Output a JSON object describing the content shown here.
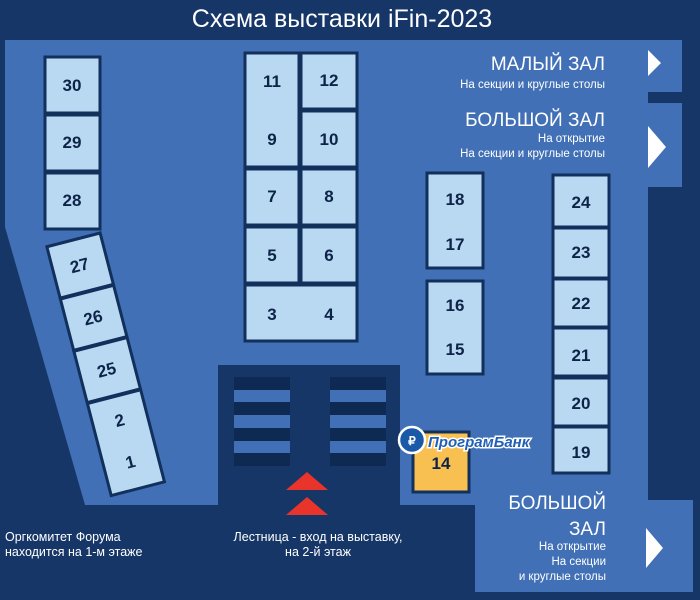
{
  "title": "Схема выставки iFin-2023",
  "halls": {
    "small_hall": {
      "title": "МАЛЫЙ ЗАЛ",
      "lines": [
        "На секции и круглые столы"
      ]
    },
    "big_hall_top": {
      "title": "БОЛЬШОЙ ЗАЛ",
      "lines": [
        "На открытие",
        "На секции и круглые столы"
      ]
    },
    "big_hall_bottom": {
      "title_lines": [
        "БОЛЬШОЙ",
        "ЗАЛ"
      ],
      "lines": [
        "На открытие",
        "На секции",
        "и круглые столы"
      ]
    }
  },
  "booths": {
    "b1": "1",
    "b2": "2",
    "b3": "3",
    "b4": "4",
    "b5": "5",
    "b6": "6",
    "b7": "7",
    "b8": "8",
    "b9": "9",
    "b10": "10",
    "b11": "11",
    "b12": "12",
    "b14": "14",
    "b15": "15",
    "b16": "16",
    "b17": "17",
    "b18": "18",
    "b19": "19",
    "b20": "20",
    "b21": "21",
    "b22": "22",
    "b23": "23",
    "b24": "24",
    "b25": "25",
    "b26": "26",
    "b27": "27",
    "b28": "28",
    "b29": "29",
    "b30": "30"
  },
  "sponsor": {
    "name": "ПрограмБанк",
    "booth": "14",
    "highlight_color": "#f8c050"
  },
  "notes": {
    "orgcommittee": [
      "Оргкомитет Форума",
      "находится на 1-м этаже"
    ],
    "stairs": [
      "Лестница - вход на выставку,",
      "на 2-й этаж"
    ]
  },
  "colors": {
    "background": "#163667",
    "floor": "#4170b6",
    "booth": "#b9d9f3",
    "entrance_arrow": "#e8342a"
  }
}
